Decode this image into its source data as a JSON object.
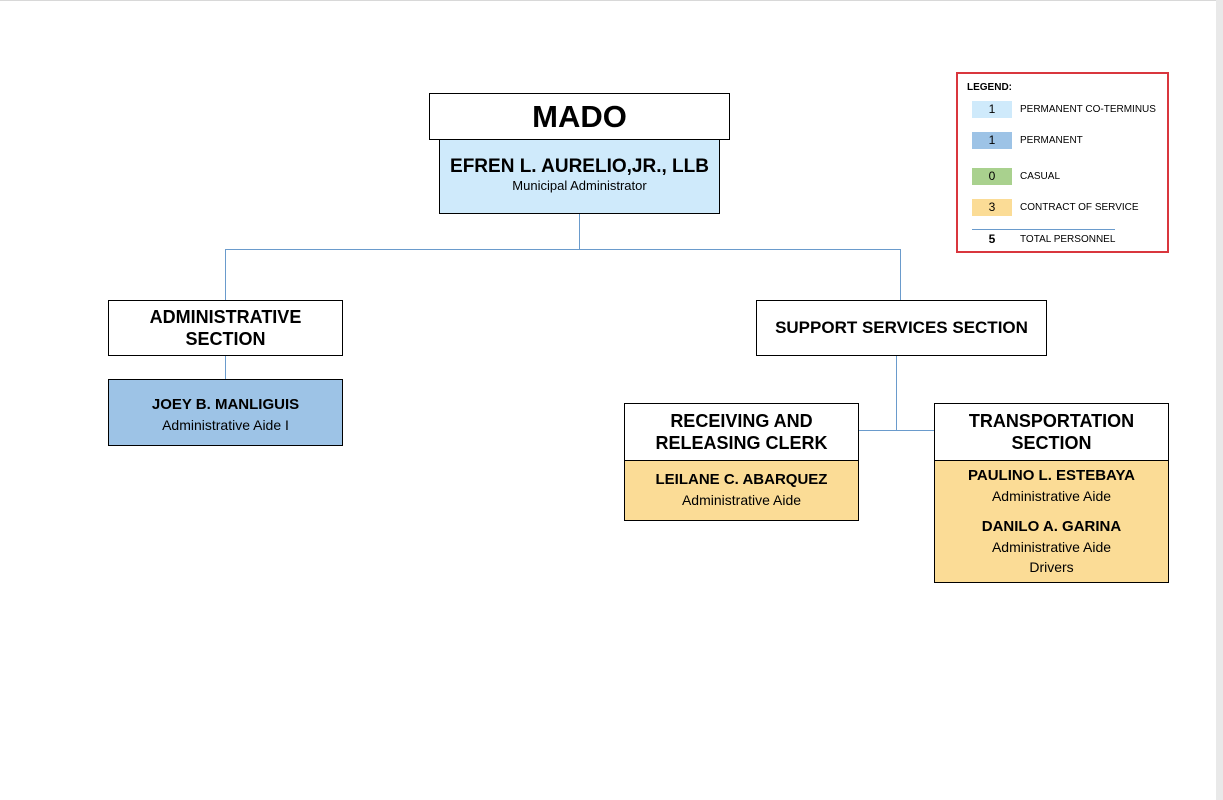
{
  "chart": {
    "title": "MADO",
    "head": {
      "name": "EFREN L. AURELIO,JR., LLB",
      "role": "Municipal Administrator"
    }
  },
  "sections": {
    "administrative": {
      "label_line1": "ADMINISTRATIVE",
      "label_line2": "SECTION",
      "staff": [
        {
          "name": "JOEY B. MANLIGUIS",
          "role": "Administrative Aide I"
        }
      ]
    },
    "support": {
      "label": "SUPPORT SERVICES SECTION",
      "receiving": {
        "label_line1": "RECEIVING AND",
        "label_line2": "RELEASING CLERK",
        "staff": [
          {
            "name": "LEILANE C. ABARQUEZ",
            "role": "Administrative Aide"
          }
        ]
      },
      "transportation": {
        "label_line1": "TRANSPORTATION",
        "label_line2": "SECTION",
        "staff": [
          {
            "name": "PAULINO L. ESTEBAYA",
            "role": "Administrative Aide"
          },
          {
            "name": "DANILO A. GARINA",
            "role": "Administrative Aide",
            "note": "Drivers"
          }
        ]
      }
    }
  },
  "legend": {
    "title": "LEGEND:",
    "items": [
      {
        "count": "1",
        "label": "PERMANENT CO-TERMINUS",
        "color": "#cfeafb"
      },
      {
        "count": "1",
        "label": "PERMANENT",
        "color": "#9dc3e6"
      },
      {
        "count": "0",
        "label": "CASUAL",
        "color": "#a9d18e"
      },
      {
        "count": "3",
        "label": "CONTRACT OF SERVICE",
        "color": "#fbdc96"
      },
      {
        "count": "5",
        "label": "TOTAL PERSONNEL",
        "color": "#ffffff"
      }
    ]
  }
}
